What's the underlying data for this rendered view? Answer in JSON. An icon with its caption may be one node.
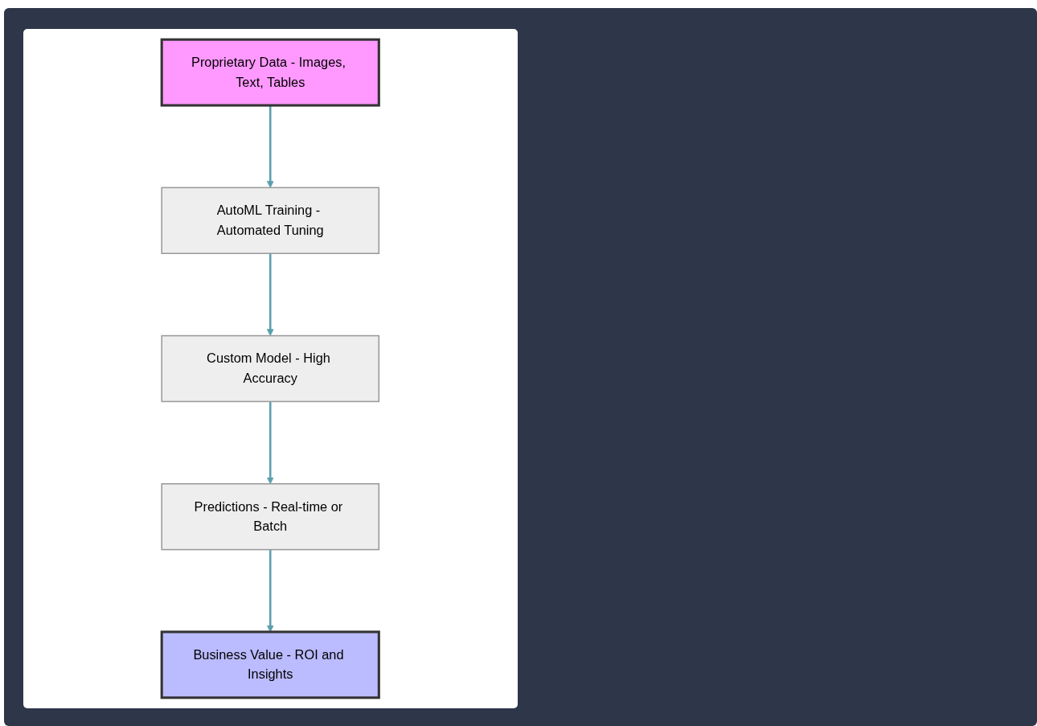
{
  "diagram": {
    "nodes": [
      {
        "text": [
          "Proprietary Data - Images, Text, Tables"
        ]
      },
      {
        "text": [
          "AutoML Training - Automated Tuning"
        ]
      },
      {
        "text": [
          "Custom Model - High Accuracy"
        ]
      },
      {
        "text": [
          "Predictions - Real-time or Batch"
        ]
      },
      {
        "text": [
          "Business Value - ROI and Insights"
        ]
      }
    ],
    "edges": [
      {
        "from": 0,
        "to": 1,
        "arrow": "to"
      },
      {
        "from": 1,
        "to": 2,
        "arrow": "to"
      },
      {
        "from": 2,
        "to": 3,
        "arrow": "to"
      },
      {
        "from": 3,
        "to": 4,
        "arrow": "to"
      }
    ]
  }
}
